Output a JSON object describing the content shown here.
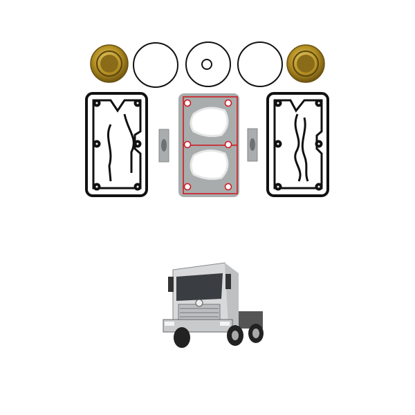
{
  "colors": {
    "background": "#ffffff",
    "gasket": "#111111",
    "valve_plate": "#a8acac",
    "red_seal": "#d0121b",
    "brass": "#b8962a",
    "truck_body": "#d8d9db"
  },
  "items": {
    "kit": [
      "brass-cap",
      "o-ring",
      "o-ring-with-small-ring",
      "o-ring",
      "brass-cap",
      "gasket-left",
      "shim-left",
      "valve-plate-gasket",
      "shim-right",
      "gasket-right"
    ],
    "vehicle": "truck"
  }
}
